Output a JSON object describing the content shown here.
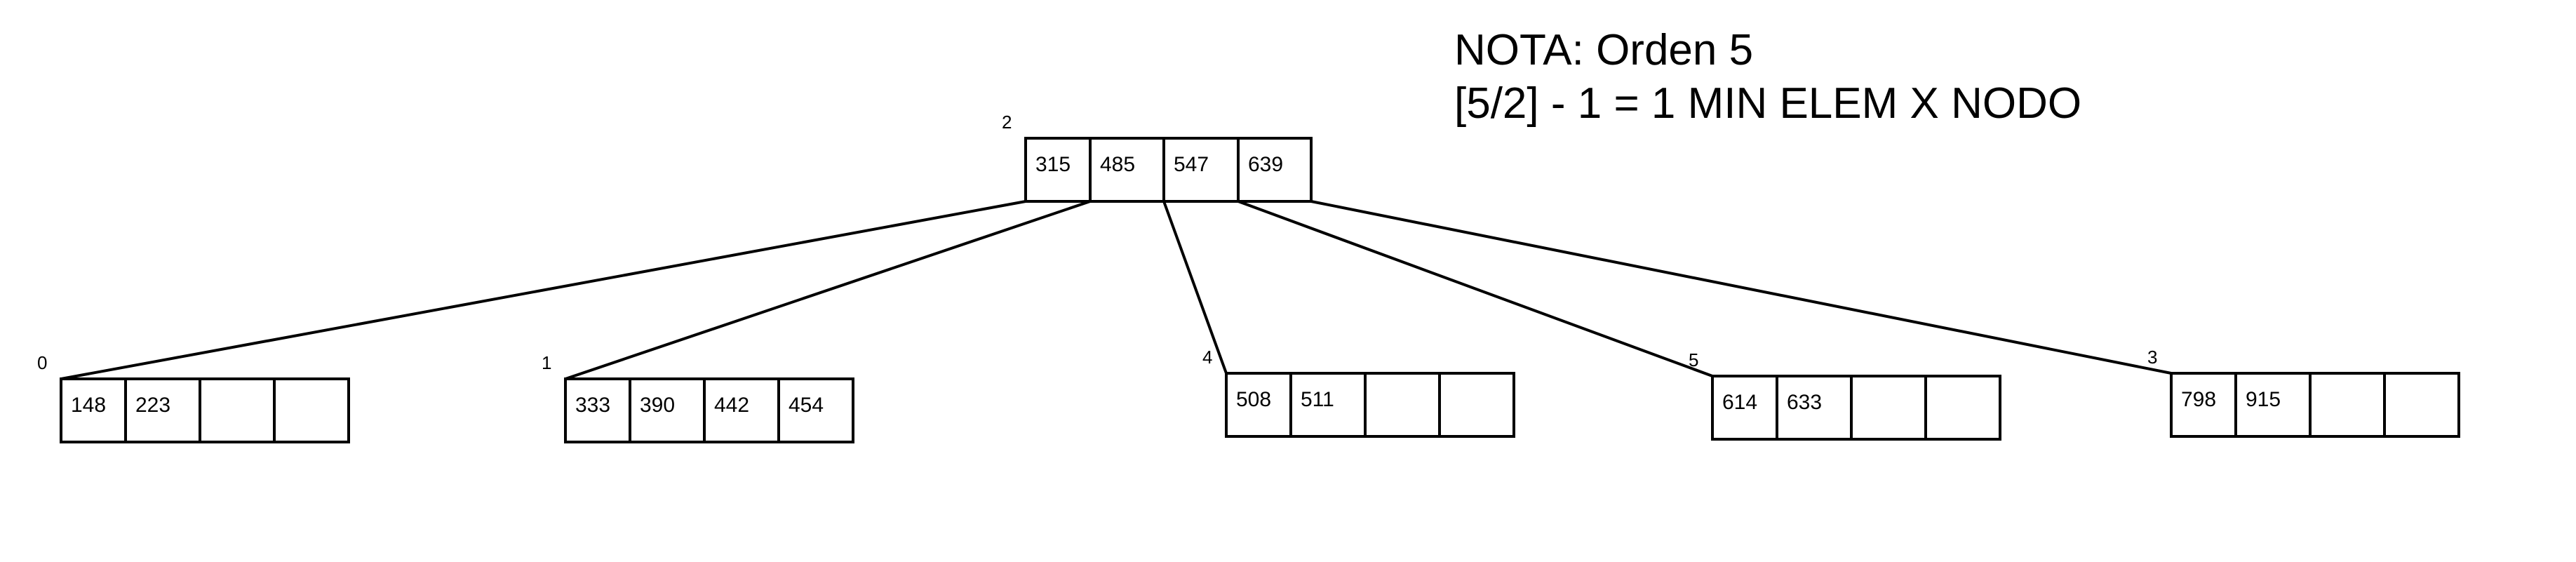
{
  "note": {
    "line1": "NOTA:  Orden 5",
    "line2": "[5/2] - 1 = 1 MIN ELEM X NODO"
  },
  "tree": {
    "nodes": [
      {
        "id": "2",
        "label": "2",
        "keys": [
          "315",
          "485",
          "547",
          "639"
        ]
      },
      {
        "id": "0",
        "label": "0",
        "keys": [
          "148",
          "223",
          "",
          ""
        ]
      },
      {
        "id": "1",
        "label": "1",
        "keys": [
          "333",
          "390",
          "442",
          "454"
        ]
      },
      {
        "id": "4",
        "label": "4",
        "keys": [
          "508",
          "511",
          "",
          ""
        ]
      },
      {
        "id": "5",
        "label": "5",
        "keys": [
          "614",
          "633",
          "",
          ""
        ]
      },
      {
        "id": "3",
        "label": "3",
        "keys": [
          "798",
          "915",
          "",
          ""
        ]
      }
    ],
    "edges": [
      {
        "from": "2",
        "to": "0"
      },
      {
        "from": "2",
        "to": "1"
      },
      {
        "from": "2",
        "to": "4"
      },
      {
        "from": "2",
        "to": "5"
      },
      {
        "from": "2",
        "to": "3"
      }
    ]
  }
}
